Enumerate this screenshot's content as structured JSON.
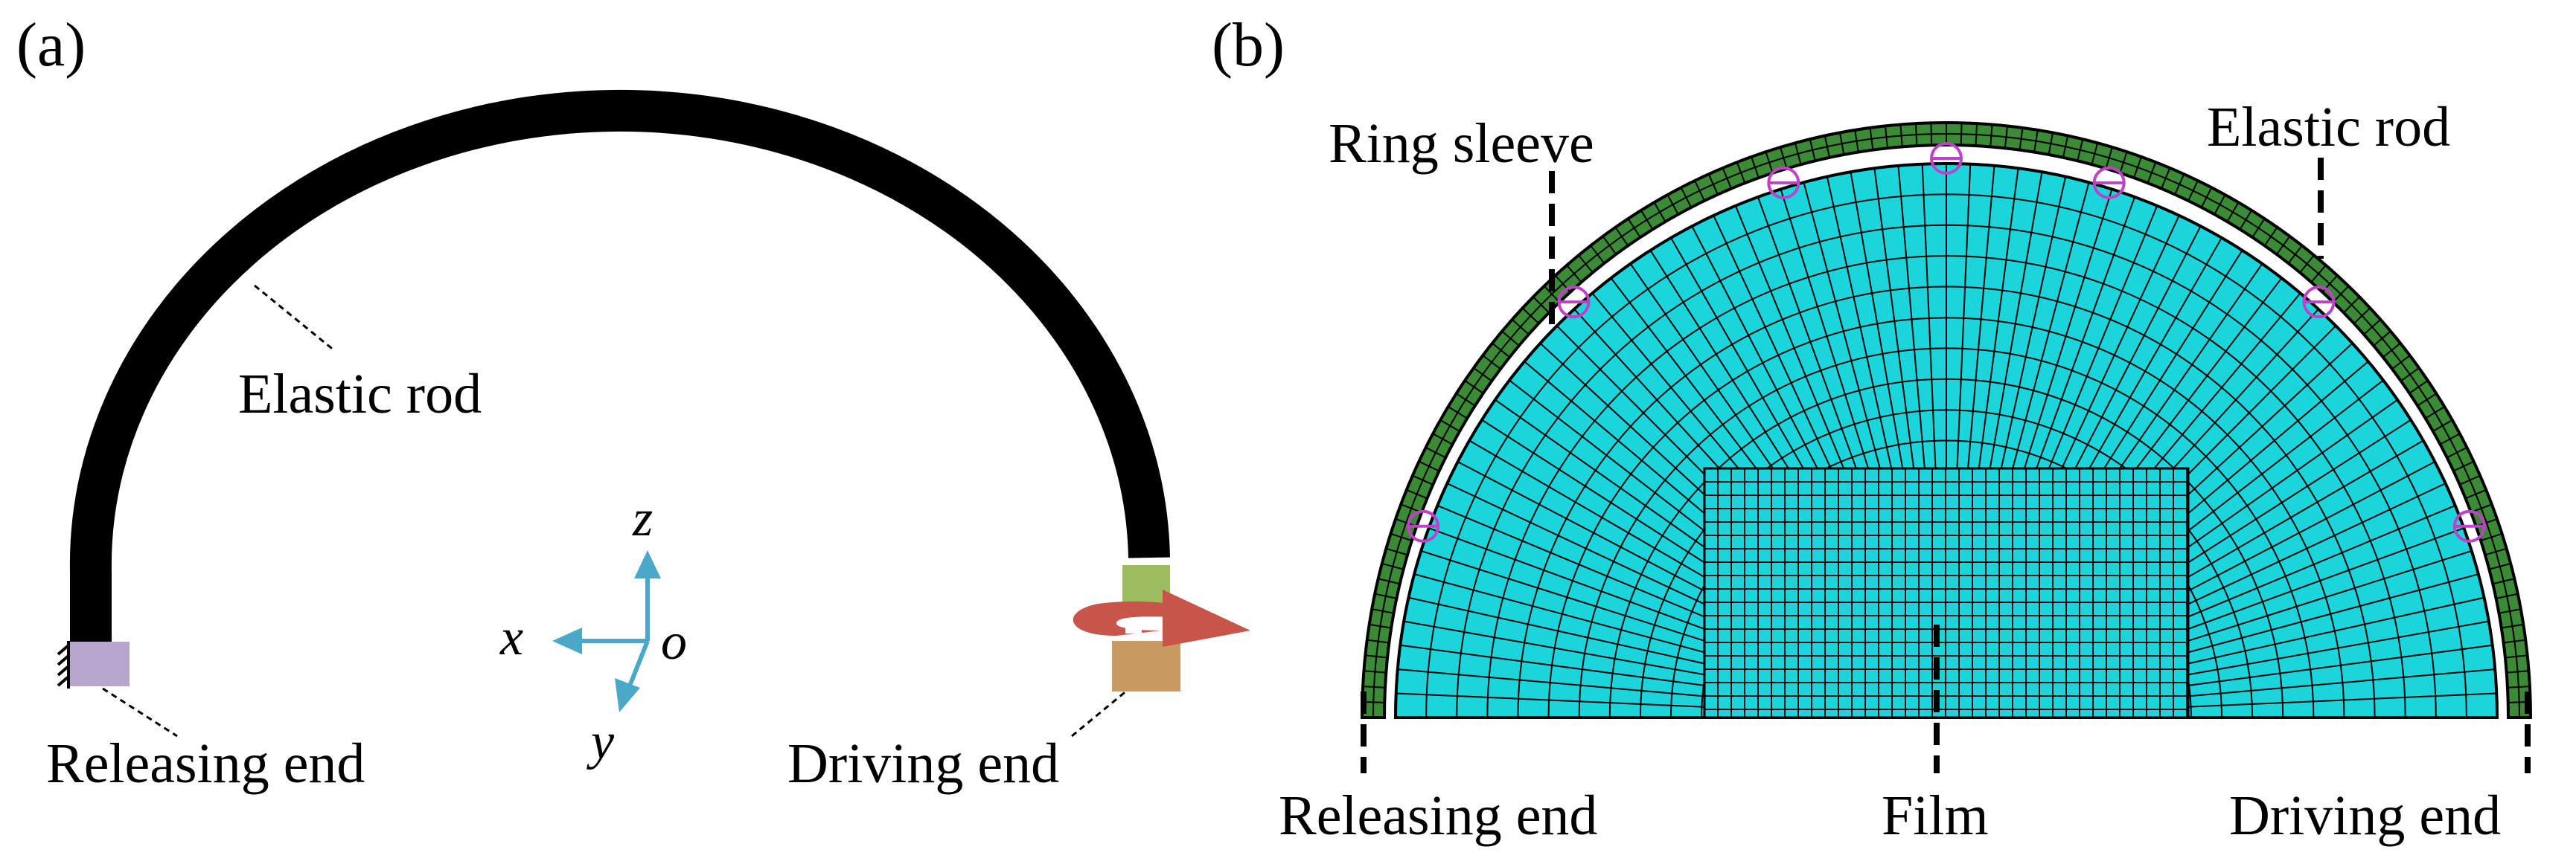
{
  "panels": {
    "a": {
      "label": "(a)",
      "elastic_rod_label": "Elastic rod",
      "releasing_end_label": "Releasing end",
      "driving_end_label": "Driving end",
      "axes": {
        "z": "z",
        "x": "x",
        "y": "y",
        "origin": "o"
      }
    },
    "b": {
      "label": "(b)",
      "ring_sleeve_label": "Ring sleeve",
      "elastic_rod_label": "Elastic rod",
      "releasing_end_label": "Releasing end",
      "film_label": "Film",
      "driving_end_label": "Driving end"
    }
  },
  "colors": {
    "rod": "#000000",
    "releasing_block": "#b7a6cc",
    "driving_top": "#9dbb5f",
    "driving_bottom": "#c89a62",
    "arrow": "#c8554a",
    "axis": "#4aa8c8",
    "film": "#1ad6dc",
    "rod_mesh": "#3a8a36",
    "ring_sleeve": "#c040c8"
  },
  "icons": [
    "fixed-support-icon",
    "rotation-arrow-icon",
    "coordinate-axes-icon"
  ]
}
